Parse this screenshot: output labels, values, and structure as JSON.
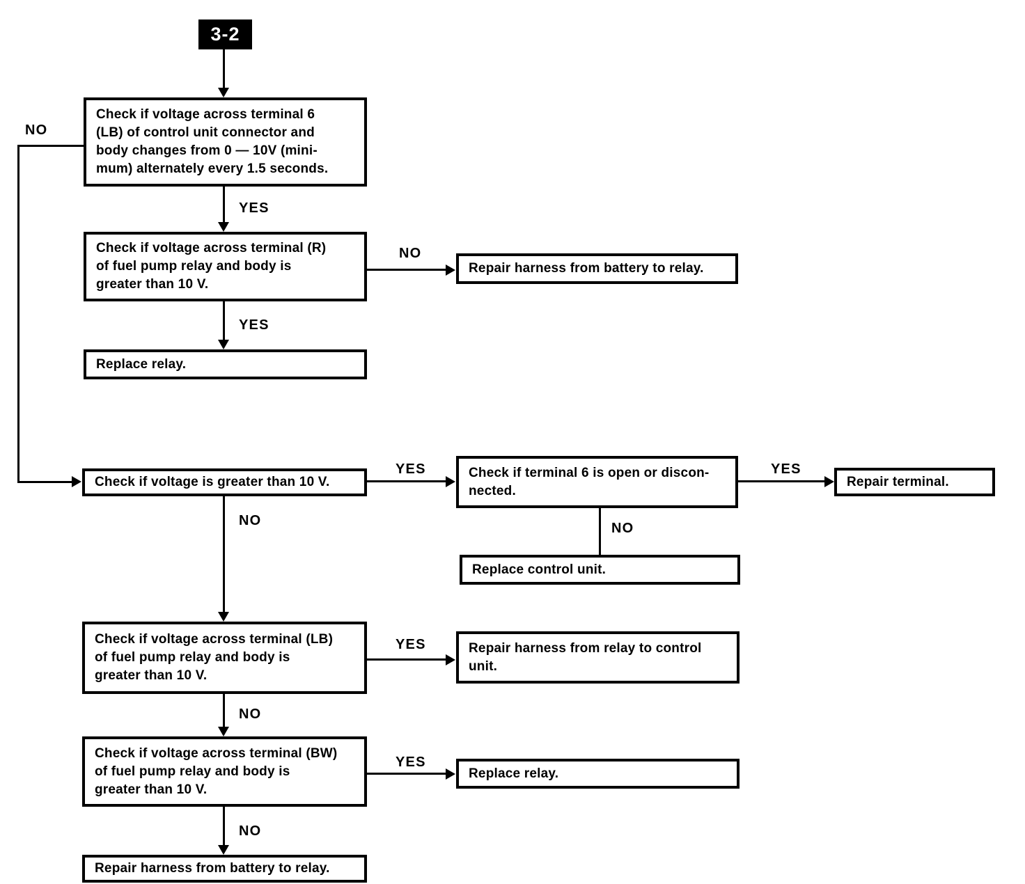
{
  "diagram": {
    "section_tag": "3-2",
    "labels": {
      "yes": "YES",
      "no": "NO"
    },
    "nodes": {
      "check_control_unit_pulse": "Check if voltage across terminal 6\n(LB) of control unit connector and\nbody changes from 0 — 10V (mini-\nmum) alternately every 1.5 seconds.",
      "check_terminal_r": "Check if voltage across terminal (R)\nof fuel pump relay and body is\ngreater than 10 V.",
      "repair_harness_battery_relay": "Repair harness from battery to relay.",
      "replace_relay": "Replace relay.",
      "check_voltage_10v": "Check if voltage is greater than 10 V.",
      "check_terminal6_open": "Check if terminal 6 is open or discon-\nnected.",
      "repair_terminal": "Repair terminal.",
      "replace_control_unit": "Replace control unit.",
      "check_terminal_lb": "Check if voltage across terminal (LB)\nof fuel pump relay and body is\ngreater than 10 V.",
      "repair_harness_relay_control": "Repair harness from relay to control\nunit.",
      "check_terminal_bw": "Check if voltage across terminal (BW)\nof fuel pump relay and body is\ngreater than 10 V.",
      "replace_relay_2": "Replace relay.",
      "repair_harness_battery_relay_2": "Repair harness from battery to relay."
    }
  }
}
